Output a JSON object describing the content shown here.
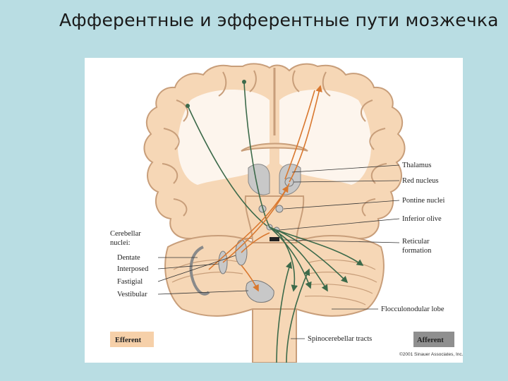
{
  "slide": {
    "title": "Афферентные и эфферентные пути мозжечка"
  },
  "diagram": {
    "right_labels": [
      "Thalamus",
      "Red nucleus",
      "Pontine nuclei",
      "Inferior olive",
      "Reticular",
      "formation",
      "Flocculonodular lobe",
      "Spinocerebellar tracts"
    ],
    "left_labels": {
      "heading_1": "Cerebellar",
      "heading_2": "nuclei:",
      "items": [
        "Dentate",
        "Interposed",
        "Fastigial",
        "Vestibular"
      ]
    },
    "legend": {
      "efferent": "Efferent",
      "afferent": "Afferent",
      "efferent_color": "#f6d0a9",
      "afferent_color": "#8f8f8f"
    },
    "copyright": "©2001 Sinauer Associates, Inc.",
    "colors": {
      "efferent_path": "#d9782f",
      "afferent_path": "#3c6a4a",
      "tissue": "#f6d7b6",
      "nuclei": "#c8c8c8"
    }
  }
}
